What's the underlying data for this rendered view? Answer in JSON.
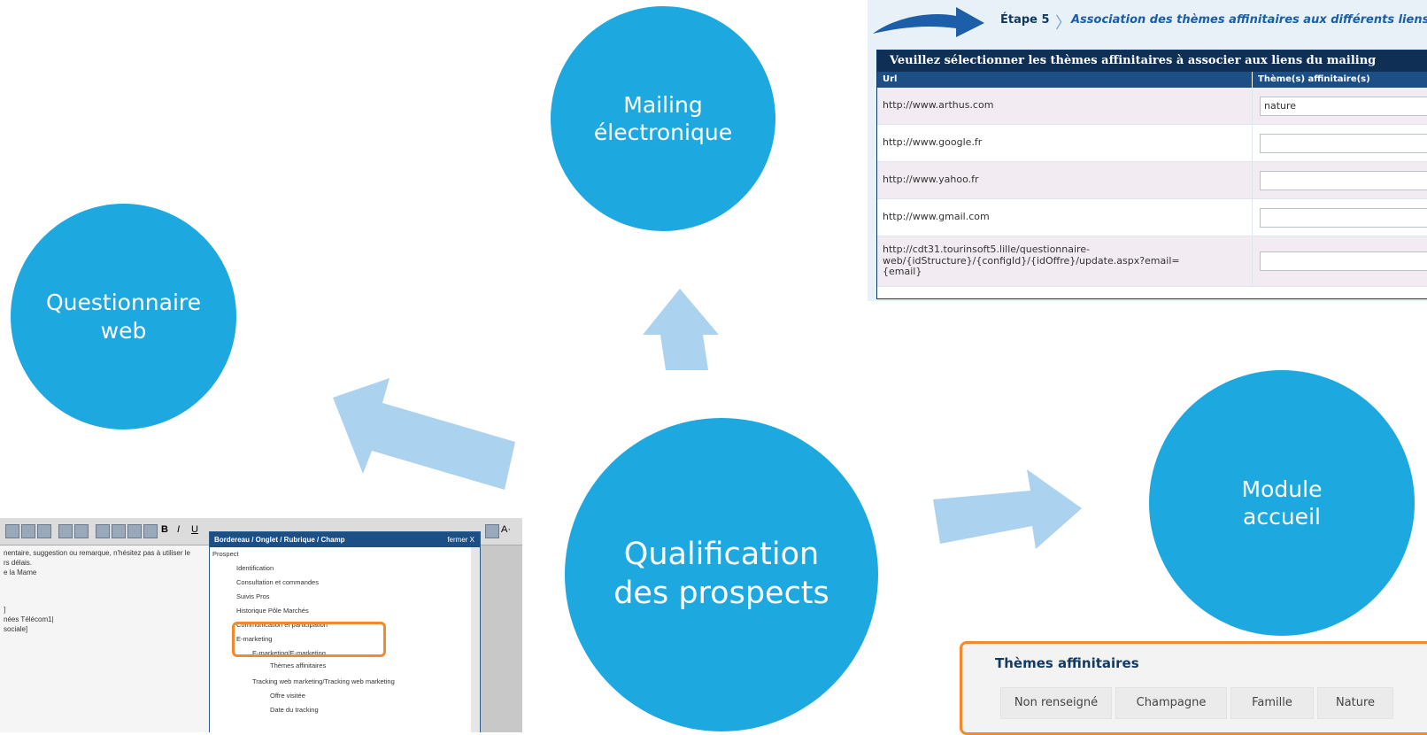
{
  "circles": {
    "mailing": "Mailing\nélectronique",
    "questionnaire": "Questionnaire\nweb",
    "qualification": "Qualification\ndes prospects",
    "module": "Module\naccueil"
  },
  "colors": {
    "circle": "#1ea8e0",
    "arrow": "#abd2ee",
    "highlight": "#f28a2b",
    "header": "#0f2f55"
  },
  "mailing_screen": {
    "step_label": "Étape 5",
    "step_title": "Association des thèmes affinitaires aux différents liens",
    "panel_title": "Veuillez sélectionner les thèmes affinitaires à associer aux liens du mailing",
    "col_url": "Url",
    "col_theme": "Thème(s) affinitaire(s)",
    "rows": [
      {
        "url": "http://www.arthus.com",
        "theme": "nature"
      },
      {
        "url": "http://www.google.fr",
        "theme": ""
      },
      {
        "url": "http://www.yahoo.fr",
        "theme": ""
      },
      {
        "url": "http://www.gmail.com",
        "theme": ""
      },
      {
        "url": "http://cdt31.tourinsoft5.lille/questionnaire-\nweb/{idStructure}/{configId}/{idOffre}/update.aspx?email=\n{email}",
        "theme": ""
      }
    ]
  },
  "questionnaire_screen": {
    "doc_lines": [
      "nentaire, suggestion ou remarque, n'hésitez pas à utiliser le",
      "rs délais.",
      "e la Mame",
      "",
      "",
      "",
      "]",
      "nées Télécom1|",
      "sociale]"
    ],
    "tree_header": "Bordereau / Onglet / Rubrique / Champ",
    "tree_close": "fermer X",
    "nodes": [
      "Prospect",
      "Identification",
      "Consultation et commandes",
      "Suivis Pros",
      "Historique Pôle Marchés",
      "Communication et participation",
      "E-marketing",
      "E-marketing/E-marketing",
      "Thèmes affinitaires",
      "Tracking web marketing/Tracking web marketing",
      "Offre visitée",
      "Date du tracking"
    ]
  },
  "module_screen": {
    "title": "Thèmes affinitaires",
    "chips": [
      "Non renseigné",
      "Champagne",
      "Famille",
      "Nature"
    ]
  }
}
